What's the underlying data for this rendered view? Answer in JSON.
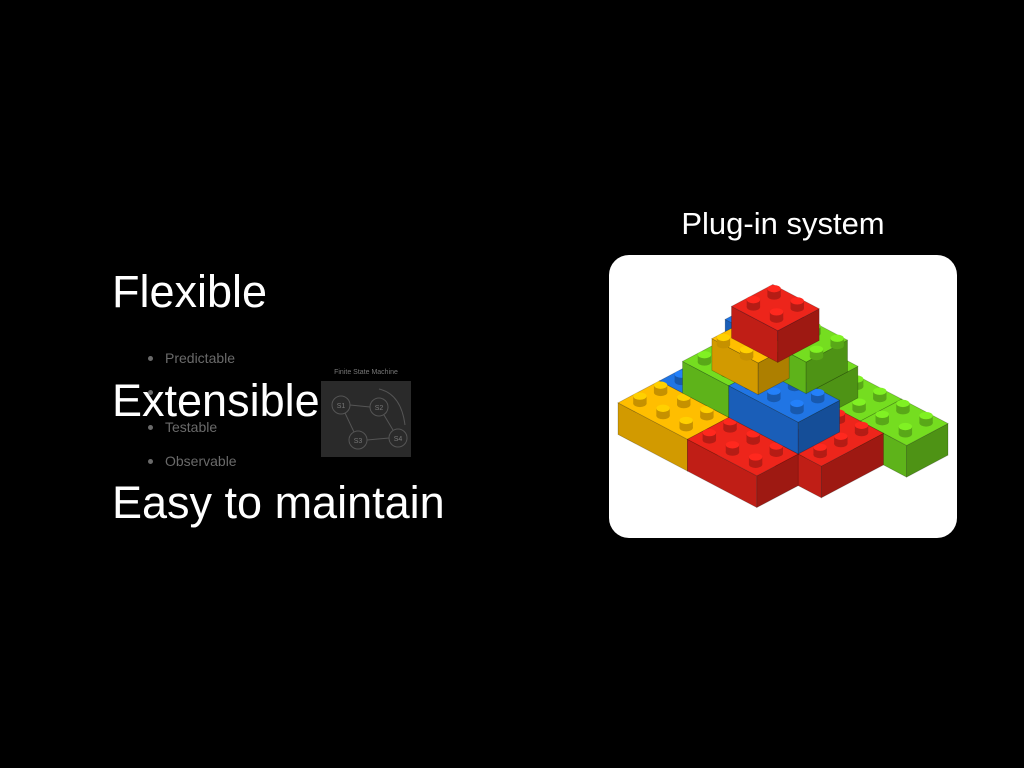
{
  "slide": {
    "items": [
      "Flexible",
      "Extensible",
      "Easy to maintain"
    ],
    "ghost_bullets": [
      "Predictable",
      "",
      "Testable",
      "Observable"
    ],
    "fsm": {
      "title": "Finite State Machine",
      "states": [
        "S1",
        "S2",
        "S3",
        "S4"
      ]
    },
    "plugin_label": "Plug-in system",
    "colors": {
      "red": "#e2231a",
      "blue": "#1e6fd9",
      "green": "#6fd21e",
      "yellow": "#f7b500"
    }
  }
}
